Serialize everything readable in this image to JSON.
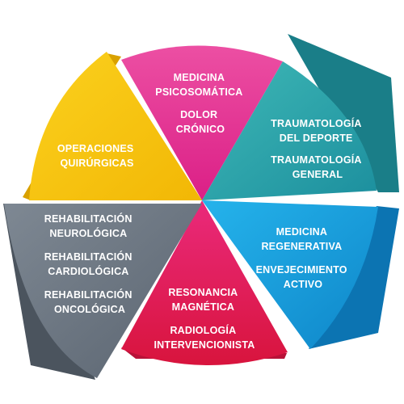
{
  "segments": [
    {
      "id": "medicina-psicosomatica",
      "color": "#E8318F",
      "lines": [
        "MEDICINA",
        "PSICOSOMÁTICA",
        "",
        "DOLOR",
        "CRÓNICO"
      ]
    },
    {
      "id": "traumatologia",
      "color": "#2AAAB0",
      "lines": [
        "TRAUMATOLOGÍA",
        "DEL DEPORTE",
        "",
        "TRAUMATOLOGÍA",
        "GENERAL"
      ]
    },
    {
      "id": "medicina-regenerativa",
      "color": "#1AA3E0",
      "lines": [
        "MEDICINA",
        "REGENERATIVA",
        "",
        "ENVEJECIMIENTO",
        "ACTIVO"
      ]
    },
    {
      "id": "resonancia-magnetica",
      "color": "#E61B5C",
      "lines": [
        "RESONANCIA",
        "MAGNÉTICA",
        "",
        "RADIOLOGÍA",
        "INTERVENCIONISTA"
      ]
    },
    {
      "id": "rehabilitacion",
      "color": "#6D7885",
      "lines": [
        "REHABILITACIÓN",
        "NEUROLÓGICA",
        "",
        "REHABILITACIÓN",
        "CARDIOLÓGICA",
        "",
        "REHABILITACIÓN",
        "ONCOLÓGICA"
      ]
    },
    {
      "id": "operaciones-quirurgicas",
      "color": "#F8C50E",
      "lines": [
        "OPERACIONES",
        "QUIRÚRGICAS"
      ]
    }
  ]
}
